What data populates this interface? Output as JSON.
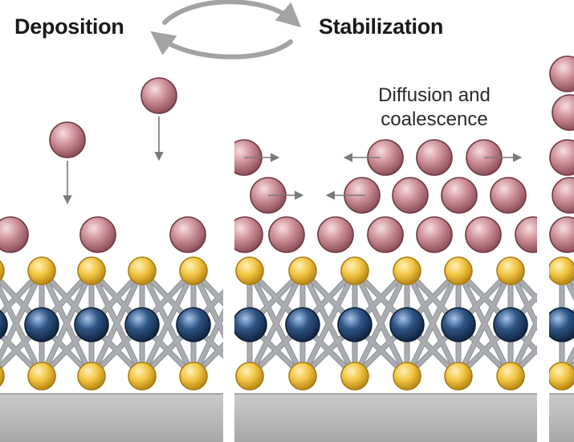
{
  "titles": {
    "deposition": "Deposition",
    "stabilization": "Stabilization"
  },
  "annotation": {
    "line1": "Diffusion and",
    "line2": "coalescence"
  },
  "colors": {
    "adatom": "#c98a93",
    "adatom_edge": "#6e3a43",
    "top_atom": "#f1c24a",
    "metal_atom": "#2e4f7a",
    "bond": "#a9adb1",
    "substrate": "#b7b9bb",
    "cycle_arrow": "#a3a3a3",
    "motion_arrow": "#7a7a7a"
  },
  "icons": {
    "cycle": "double-headed-curved-arrow-icon",
    "motion": "motion-arrow-icon"
  }
}
